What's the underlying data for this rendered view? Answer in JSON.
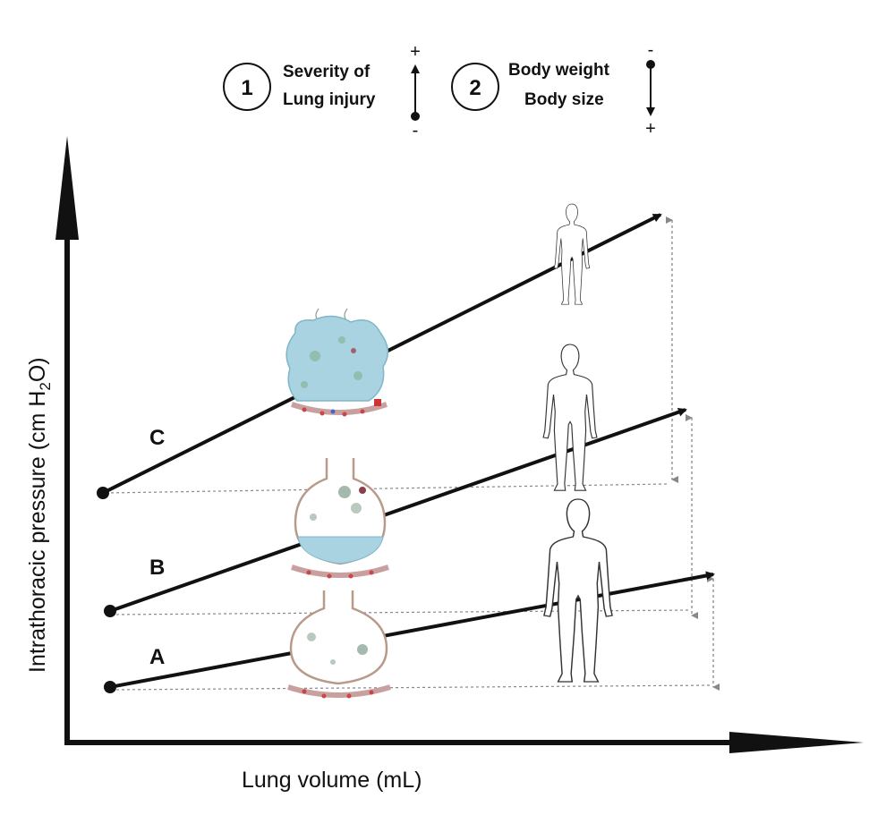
{
  "legend": {
    "item1": {
      "number": "1",
      "line1": "Severity of",
      "line2": "Lung injury",
      "top_sign": "+",
      "bottom_sign": "-"
    },
    "item2": {
      "number": "2",
      "line1": "Body weight",
      "line2": "Body size",
      "top_sign": "-",
      "bottom_sign": "+"
    }
  },
  "axes": {
    "x_label": "Lung volume (mL)",
    "y_label_prefix": "Intrathoracic pressure (cm H",
    "y_label_subscript": "2",
    "y_label_suffix": "O)"
  },
  "lines": [
    {
      "label": "A"
    },
    {
      "label": "B"
    },
    {
      "label": "C"
    }
  ],
  "icons": {
    "alveolus_severe": "alveolus-flooded-icon",
    "alveolus_moderate": "alveolus-partial-fluid-icon",
    "alveolus_normal": "alveolus-normal-icon",
    "body": "human-body-outline-icon"
  },
  "colors": {
    "ink": "#111111",
    "fluid": "#a9d3e0",
    "fluid_dark": "#7fb6c9",
    "guide": "#888888"
  }
}
